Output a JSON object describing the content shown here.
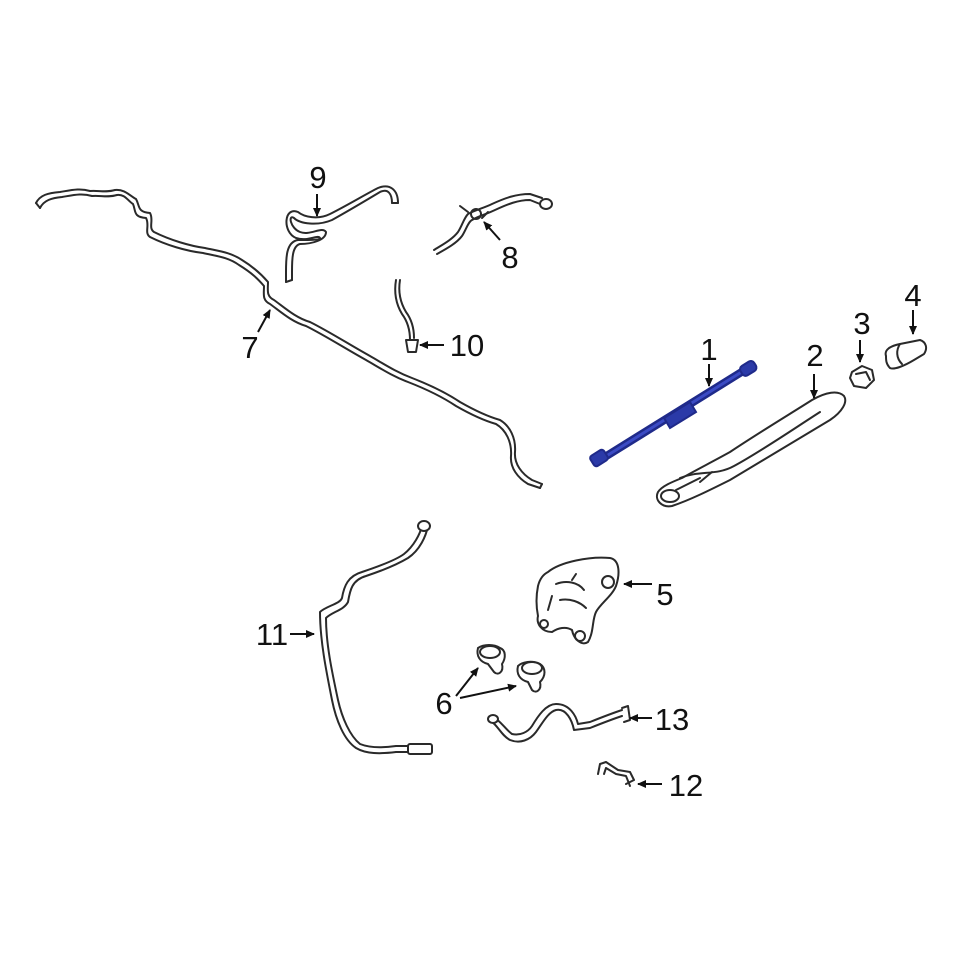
{
  "diagram": {
    "highlight_color": "#1f2a8a",
    "line_color": "#2a2a2a",
    "callouts": [
      {
        "id": "1",
        "label": "1"
      },
      {
        "id": "2",
        "label": "2"
      },
      {
        "id": "3",
        "label": "3"
      },
      {
        "id": "4",
        "label": "4"
      },
      {
        "id": "5",
        "label": "5"
      },
      {
        "id": "6",
        "label": "6"
      },
      {
        "id": "7",
        "label": "7"
      },
      {
        "id": "8",
        "label": "8"
      },
      {
        "id": "9",
        "label": "9"
      },
      {
        "id": "10",
        "label": "10"
      },
      {
        "id": "11",
        "label": "11"
      },
      {
        "id": "12",
        "label": "12"
      },
      {
        "id": "13",
        "label": "13"
      }
    ]
  }
}
